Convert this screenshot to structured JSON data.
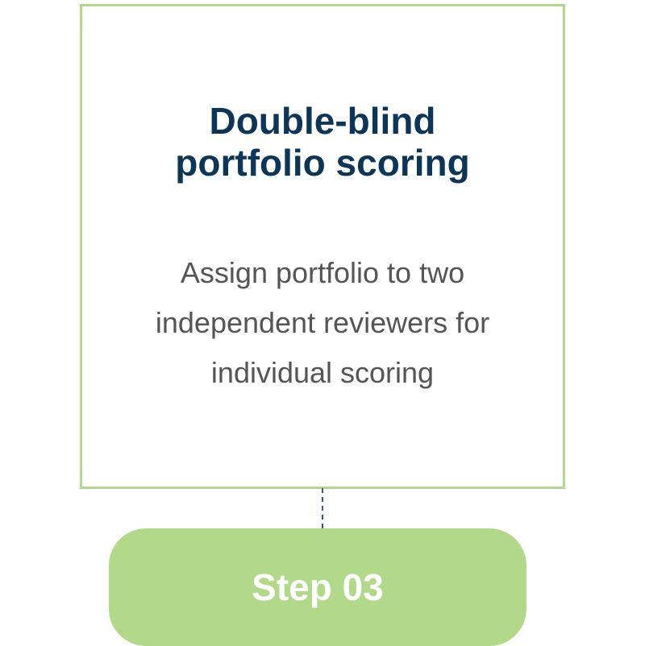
{
  "card": {
    "title_line1": "Double-blind",
    "title_line2": "portfolio scoring",
    "desc_line1": "Assign portfolio to two",
    "desc_line2": "independent reviewers for",
    "desc_line3": "individual scoring"
  },
  "step": {
    "label": "Step 03"
  },
  "colors": {
    "border": "#b3d88b",
    "title": "#0d3557",
    "text": "#555555",
    "pill": "#b2d88a",
    "connector": "#3b5a78"
  }
}
